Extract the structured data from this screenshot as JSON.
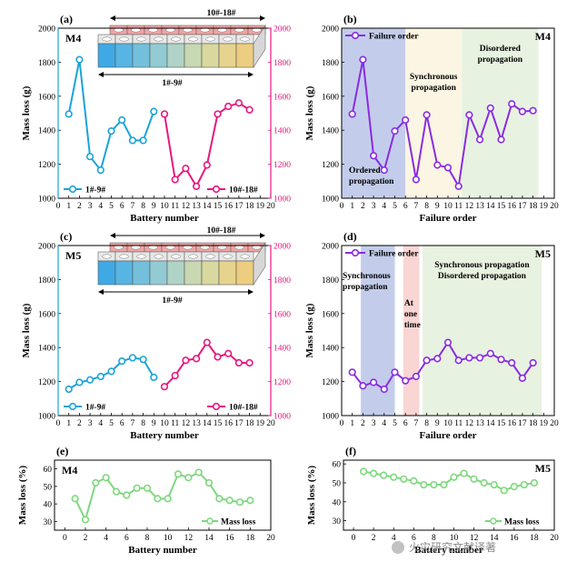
{
  "chart_data": [
    {
      "id": "a",
      "panel_label": "(a)",
      "type": "line",
      "tag": "M4",
      "xlabel": "Battery number",
      "ylabel": "Mass loss (g)",
      "xlim": [
        0,
        20
      ],
      "ylim": [
        1000,
        2000
      ],
      "y2lim": [
        1000,
        2000
      ],
      "x_ticks": [
        0,
        1,
        2,
        3,
        4,
        5,
        6,
        7,
        8,
        9,
        10,
        11,
        12,
        13,
        14,
        15,
        16,
        17,
        18,
        19,
        20
      ],
      "y_ticks": [
        1000,
        1200,
        1400,
        1600,
        1800,
        2000
      ],
      "colors": {
        "s1": "#1BA3D9",
        "s2": "#E8177F"
      },
      "series": [
        {
          "name": "1#-9#",
          "axis": "left",
          "x": [
            1,
            2,
            3,
            4,
            5,
            6,
            7,
            8,
            9
          ],
          "values": [
            1495,
            1815,
            1245,
            1165,
            1395,
            1460,
            1340,
            1340,
            1510
          ]
        },
        {
          "name": "10#-18#",
          "axis": "right",
          "x": [
            10,
            11,
            12,
            13,
            14,
            15,
            16,
            17,
            18
          ],
          "values": [
            1495,
            1110,
            1175,
            1070,
            1195,
            1495,
            1540,
            1560,
            1520
          ]
        }
      ],
      "inset": {
        "top_label": "10#-18#",
        "bottom_label": "1#-9#",
        "variant": "two-row"
      }
    },
    {
      "id": "b",
      "panel_label": "(b)",
      "type": "line",
      "tag": "M4",
      "xlabel": "Failure order",
      "ylabel": "Mass loss (g)",
      "xlim": [
        0,
        20
      ],
      "ylim": [
        1000,
        2000
      ],
      "x_ticks": [
        0,
        1,
        2,
        3,
        4,
        5,
        6,
        7,
        8,
        9,
        10,
        11,
        12,
        13,
        14,
        15,
        16,
        17,
        18,
        19,
        20
      ],
      "y_ticks": [
        1000,
        1200,
        1400,
        1600,
        1800,
        2000
      ],
      "colors": {
        "line": "#8A2BE2"
      },
      "legend": "Failure order",
      "series": [
        {
          "name": "Failure order",
          "x": [
            1,
            2,
            3,
            4,
            5,
            6,
            7,
            8,
            9,
            10,
            11,
            12,
            13,
            14,
            15,
            16,
            17,
            18
          ],
          "values": [
            1495,
            1815,
            1250,
            1165,
            1395,
            1460,
            1110,
            1490,
            1195,
            1180,
            1070,
            1490,
            1345,
            1530,
            1345,
            1555,
            1510,
            1515
          ]
        }
      ],
      "regions": [
        {
          "x0": 0,
          "x1": 6,
          "color": "#C3CDEB",
          "label": [
            "Ordered",
            "propagation"
          ],
          "label_pos": "bottom"
        },
        {
          "x0": 6,
          "x1": 11.3,
          "color": "#FBF5E3",
          "label": [
            "Synchronous",
            "propagation"
          ],
          "label_pos": "top"
        },
        {
          "x0": 11.3,
          "x1": 18.5,
          "color": "#E8F2E1",
          "label": [
            "Disordered",
            "propagation"
          ],
          "label_pos": "top"
        }
      ]
    },
    {
      "id": "c",
      "panel_label": "(c)",
      "type": "line",
      "tag": "M5",
      "xlabel": "Battery number",
      "ylabel": "Mass loss (g)",
      "xlim": [
        0,
        20
      ],
      "ylim": [
        1000,
        2000
      ],
      "y2lim": [
        1000,
        2000
      ],
      "x_ticks": [
        0,
        1,
        2,
        3,
        4,
        5,
        6,
        7,
        8,
        9,
        10,
        11,
        12,
        13,
        14,
        15,
        16,
        17,
        18,
        19,
        20
      ],
      "y_ticks": [
        1000,
        1200,
        1400,
        1600,
        1800,
        2000
      ],
      "colors": {
        "s1": "#1BA3D9",
        "s2": "#E8177F"
      },
      "series": [
        {
          "name": "1#-9#",
          "axis": "left",
          "x": [
            1,
            2,
            3,
            4,
            5,
            6,
            7,
            8,
            9
          ],
          "values": [
            1155,
            1195,
            1210,
            1230,
            1260,
            1320,
            1340,
            1330,
            1225
          ]
        },
        {
          "name": "10#-18#",
          "axis": "right",
          "x": [
            10,
            11,
            12,
            13,
            14,
            15,
            16,
            17,
            18
          ],
          "values": [
            1170,
            1235,
            1325,
            1335,
            1430,
            1345,
            1365,
            1310,
            1310
          ]
        }
      ],
      "inset": {
        "top_label": "10#-18#",
        "bottom_label": "1#-9#",
        "variant": "one-row"
      }
    },
    {
      "id": "d",
      "panel_label": "(d)",
      "type": "line",
      "tag": "M5",
      "xlabel": "Failure order",
      "ylabel": "Mass loss (g)",
      "xlim": [
        0,
        20
      ],
      "ylim": [
        1000,
        2000
      ],
      "x_ticks": [
        0,
        1,
        2,
        3,
        4,
        5,
        6,
        7,
        8,
        9,
        10,
        11,
        12,
        13,
        14,
        15,
        16,
        17,
        18,
        19,
        20
      ],
      "y_ticks": [
        1000,
        1200,
        1400,
        1600,
        1800,
        2000
      ],
      "colors": {
        "line": "#8A2BE2"
      },
      "legend": "Failure order",
      "series": [
        {
          "name": "Failure order",
          "x": [
            1,
            2,
            3,
            4,
            5,
            6,
            7,
            8,
            9,
            10,
            11,
            12,
            13,
            14,
            15,
            16,
            17,
            18
          ],
          "values": [
            1255,
            1175,
            1195,
            1155,
            1255,
            1205,
            1230,
            1325,
            1335,
            1430,
            1325,
            1340,
            1340,
            1365,
            1330,
            1310,
            1220,
            1310
          ]
        }
      ],
      "regions": [
        {
          "x0": 1.8,
          "x1": 5,
          "color": "#C3CDEB",
          "label": [
            "Synchronous",
            "propagation"
          ],
          "label_pos": "top-left"
        },
        {
          "x0": 5.8,
          "x1": 7.3,
          "color": "#F9D5D3",
          "label": [
            "At",
            "one",
            "time"
          ],
          "label_pos": "mid"
        },
        {
          "x0": 7.6,
          "x1": 18.8,
          "color": "#E8F2E1",
          "label": [
            "Synchronous propagation",
            "Disordered  propagation"
          ],
          "label_pos": "top"
        }
      ]
    },
    {
      "id": "e",
      "panel_label": "(e)",
      "type": "line",
      "tag": "M4",
      "xlabel": "Battery number",
      "ylabel": "Mass loss (%)",
      "xlim": [
        -1,
        20
      ],
      "ylim": [
        25,
        65
      ],
      "x_ticks": [
        0,
        2,
        4,
        6,
        8,
        10,
        12,
        14,
        16,
        18,
        20
      ],
      "y_ticks": [
        30,
        40,
        50,
        60
      ],
      "colors": {
        "line": "#7DD87D"
      },
      "legend": "Mass loss",
      "series": [
        {
          "name": "Mass loss",
          "x": [
            1,
            2,
            3,
            4,
            5,
            6,
            7,
            8,
            9,
            10,
            11,
            12,
            13,
            14,
            15,
            16,
            17,
            18
          ],
          "values": [
            43,
            31,
            52,
            55,
            47,
            45,
            49,
            49,
            43,
            43,
            57,
            55,
            58,
            52,
            43,
            42,
            41,
            42
          ]
        }
      ]
    },
    {
      "id": "f",
      "panel_label": "(f)",
      "type": "line",
      "tag": "M5",
      "xlabel": "Battery number",
      "ylabel": "Mass loss (%)",
      "xlim": [
        -1,
        20
      ],
      "ylim": [
        25,
        62
      ],
      "x_ticks": [
        0,
        2,
        4,
        6,
        8,
        10,
        12,
        14,
        16,
        18,
        20
      ],
      "y_ticks": [
        30,
        40,
        50,
        60
      ],
      "colors": {
        "line": "#7DD87D"
      },
      "legend": "Mass loss",
      "series": [
        {
          "name": "Mass loss",
          "x": [
            1,
            2,
            3,
            4,
            5,
            6,
            7,
            8,
            9,
            10,
            11,
            12,
            13,
            14,
            15,
            16,
            17,
            18
          ],
          "values": [
            56,
            55,
            54,
            53,
            52,
            51,
            49,
            49,
            49,
            53,
            55,
            52,
            50,
            49,
            46,
            48,
            49,
            50
          ]
        }
      ]
    }
  ],
  "watermark": "火灾研究文献译著"
}
